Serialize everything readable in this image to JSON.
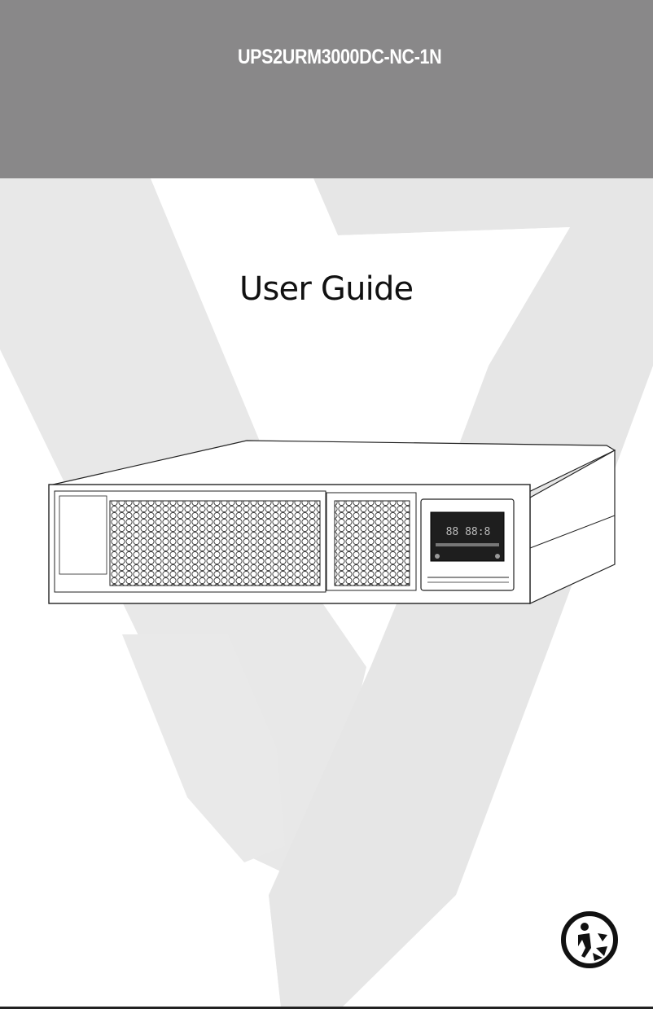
{
  "header": {
    "model": "UPS2URM3000DC-NC-1N",
    "band_color": "#898889"
  },
  "cover": {
    "title": "User Guide"
  },
  "product_image": {
    "subject": "rackmount UPS unit",
    "panel_icon": "lcd-display-icon"
  },
  "footer": {
    "mark_icon": "triman-recycling-icon"
  }
}
